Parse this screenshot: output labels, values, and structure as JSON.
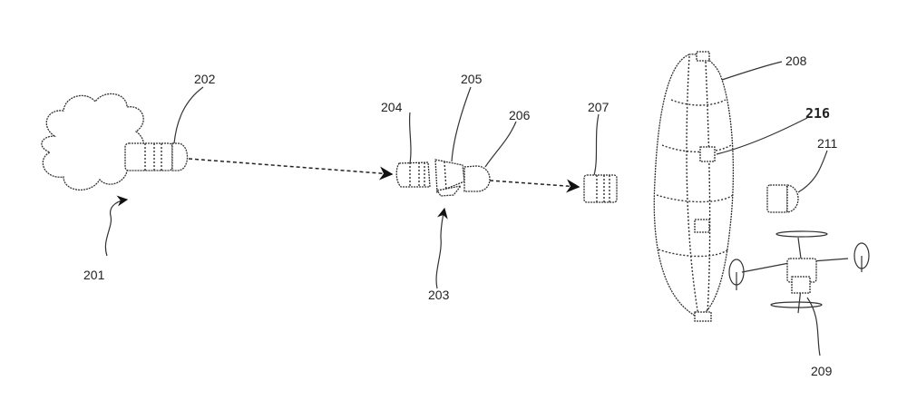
{
  "figure": {
    "labels": {
      "l201": "201",
      "l202": "202",
      "l203": "203",
      "l204": "204",
      "l205": "205",
      "l206": "206",
      "l207": "207",
      "l208": "208",
      "l216": "216",
      "l211": "211",
      "l209": "209"
    }
  }
}
